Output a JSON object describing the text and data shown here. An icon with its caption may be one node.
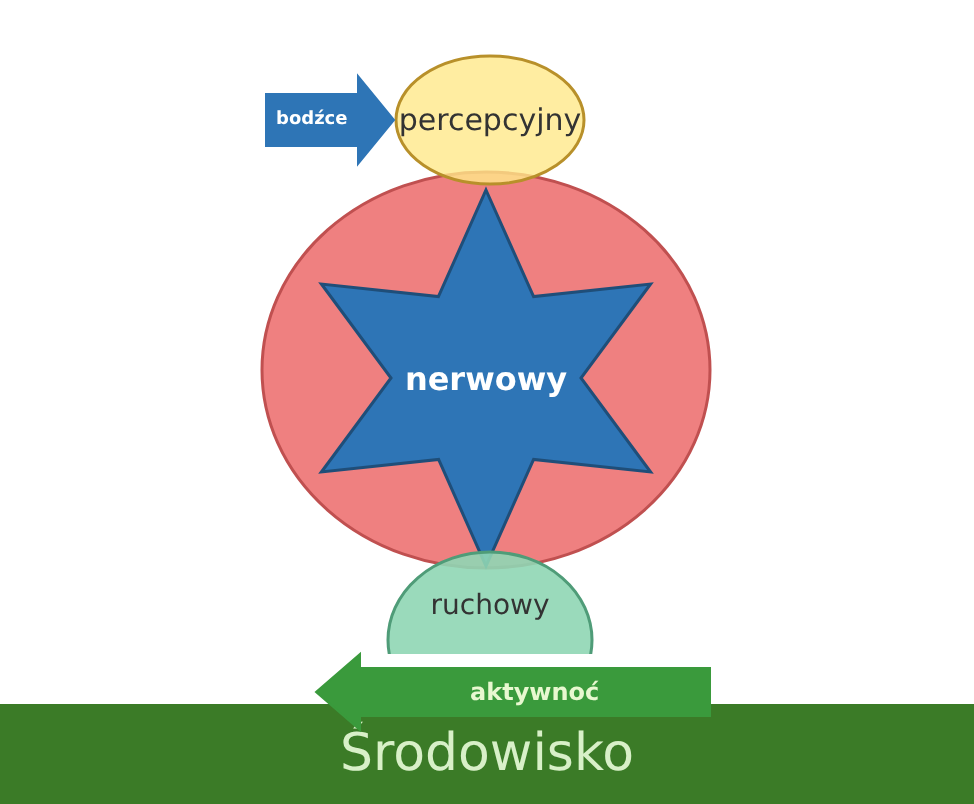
{
  "diagram": {
    "nodes": [
      {
        "text": [
          "percepcyjny"
        ]
      },
      {
        "text": [],
        "shape": "circle"
      },
      {
        "text": [
          "nerwowy"
        ],
        "in": 1
      },
      {
        "text": [
          "ruchowy"
        ]
      },
      {
        "text": [
          "Środowisko"
        ]
      }
    ],
    "edges": [
      {
        "from": null,
        "to": 0,
        "arrow": "to",
        "style": "thick",
        "label": "bodźce",
        "color": "#2e75b6"
      },
      {
        "from": 3,
        "to": null,
        "arrow": "to",
        "style": "thick",
        "label": "aktywnoć",
        "color": "#3a9a3c"
      }
    ]
  }
}
